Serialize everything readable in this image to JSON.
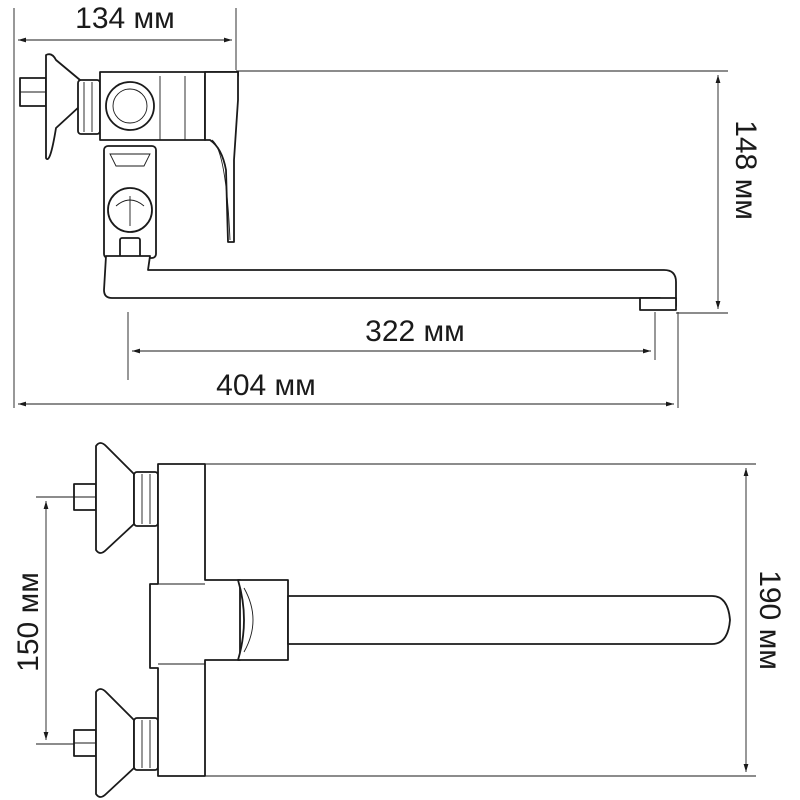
{
  "dimensions": {
    "top_width": "134 мм",
    "height": "148 мм",
    "spout_reach": "322 мм",
    "total_length": "404 мм",
    "inlet_spacing": "150 мм",
    "body_to_spout_tip": "190 мм"
  }
}
